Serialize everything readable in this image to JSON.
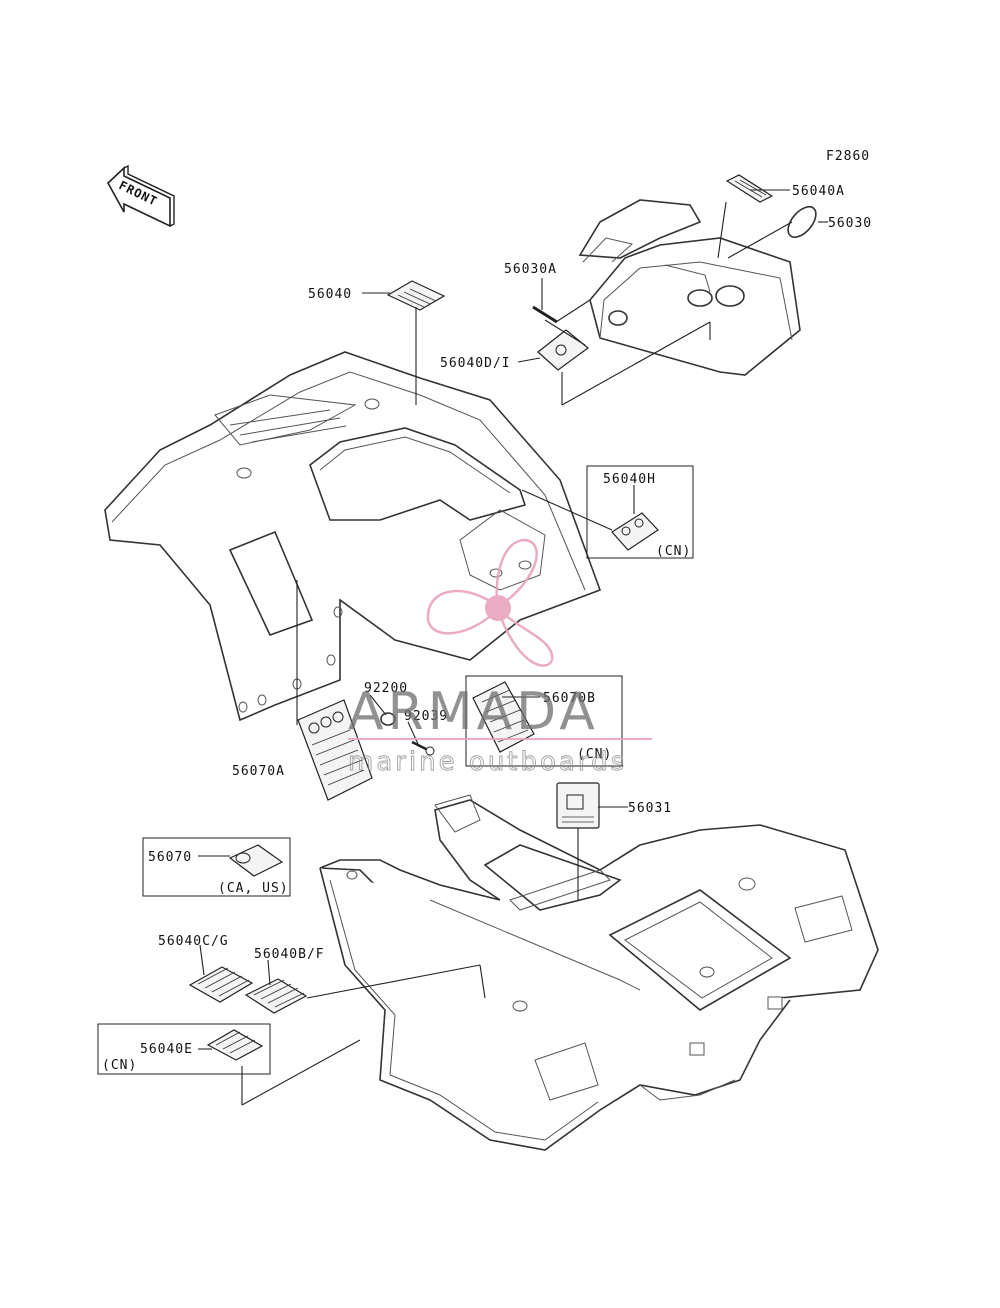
{
  "figure_code": "F2860",
  "front_arrow_text": "FRONT",
  "callouts": [
    {
      "id": "56040A",
      "text": "56040A"
    },
    {
      "id": "56030",
      "text": "56030"
    },
    {
      "id": "56030A",
      "text": "56030A"
    },
    {
      "id": "56040",
      "text": "56040"
    },
    {
      "id": "56040D_I",
      "text": "56040D/I"
    },
    {
      "id": "56040H",
      "text": "56040H"
    },
    {
      "id": "92200",
      "text": "92200"
    },
    {
      "id": "92039",
      "text": "92039"
    },
    {
      "id": "56070B",
      "text": "56070B"
    },
    {
      "id": "56070A",
      "text": "56070A"
    },
    {
      "id": "56031",
      "text": "56031"
    },
    {
      "id": "56070",
      "text": "56070"
    },
    {
      "id": "56040C_G",
      "text": "56040C/G"
    },
    {
      "id": "56040B_F",
      "text": "56040B/F"
    },
    {
      "id": "56040E",
      "text": "56040E"
    }
  ],
  "region_notes": {
    "cn_56040h": "(CN)",
    "cn_56070b": "(CN)",
    "ca_us_56070": "(CA, US)",
    "cn_56040e": "(CN)"
  },
  "watermark": {
    "brand": "ARMADA",
    "tagline": "marine outboards",
    "logo_color": "#e8a3bd"
  }
}
